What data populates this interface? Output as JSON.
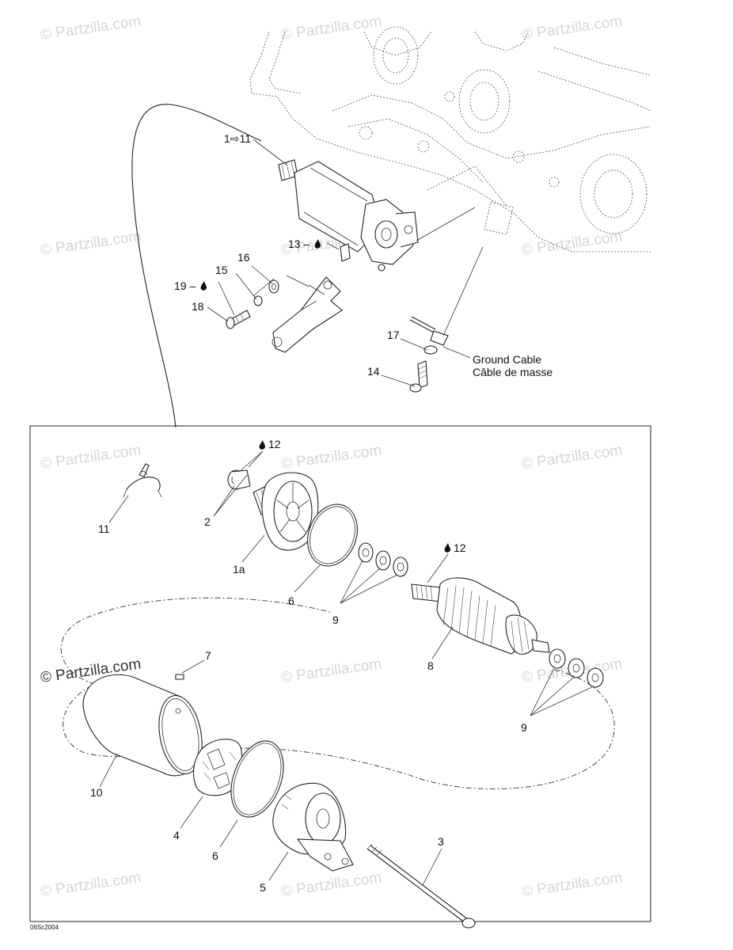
{
  "watermark": "© Partzilla.com",
  "diagram_code": "06Sc2004",
  "callouts": {
    "assembly": "1⇨11",
    "c13": "13 –",
    "c19": "19 –",
    "c15": "15",
    "c16": "16",
    "c18": "18",
    "c17": "17",
    "c14": "14",
    "c12a": "12",
    "c12b": "12",
    "c2": "2",
    "c11": "11",
    "c1a": "1a",
    "c6a": "6",
    "c9a": "9",
    "c8": "8",
    "c7": "7",
    "c9b": "9",
    "c10": "10",
    "c4": "4",
    "c6b": "6",
    "c5": "5",
    "c3": "3"
  },
  "ground_cable": {
    "en": "Ground Cable",
    "fr": "Câble de masse"
  },
  "colors": {
    "line": "#222222",
    "watermark": "#d6d6d6"
  },
  "icons": [
    "drop-icon"
  ]
}
